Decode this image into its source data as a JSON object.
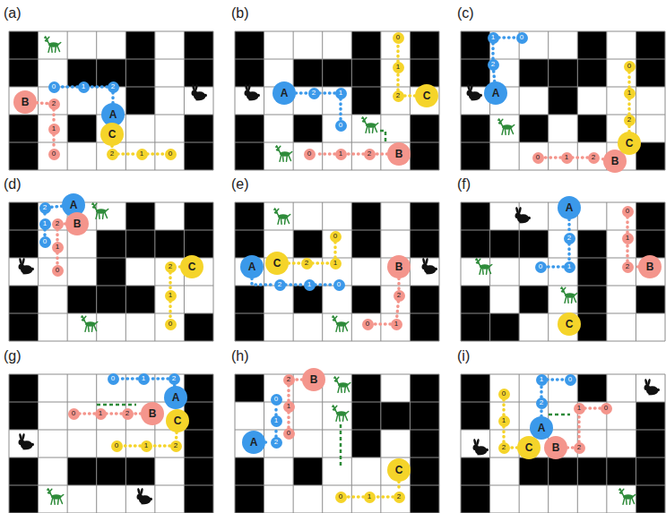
{
  "diagram": {
    "nodes": [
      {
        "text": [
          "A"
        ]
      },
      {
        "text": [
          "0"
        ]
      },
      {
        "text": [
          "1"
        ]
      },
      {
        "text": [
          "2"
        ]
      },
      {
        "text": [
          "B"
        ]
      },
      {
        "text": [
          "0"
        ]
      },
      {
        "text": [
          "1"
        ]
      },
      {
        "text": [
          "2"
        ]
      },
      {
        "text": [
          "C"
        ]
      },
      {
        "text": [
          "0"
        ]
      },
      {
        "text": [
          "1"
        ]
      },
      {
        "text": [
          "2"
        ]
      },
      {
        "text": [
          "A"
        ]
      },
      {
        "text": [
          "0"
        ]
      },
      {
        "text": [
          "1"
        ]
      },
      {
        "text": [
          "2"
        ]
      },
      {
        "text": [
          "B"
        ]
      },
      {
        "text": [
          "0"
        ]
      },
      {
        "text": [
          "1"
        ]
      },
      {
        "text": [
          "2"
        ]
      },
      {
        "text": [
          "C"
        ]
      },
      {
        "text": [
          "0"
        ]
      },
      {
        "text": [
          "1"
        ]
      },
      {
        "text": [
          "2"
        ]
      },
      {
        "text": [
          "A"
        ]
      },
      {
        "text": [
          "0"
        ]
      },
      {
        "text": [
          "1"
        ]
      },
      {
        "text": [
          "2"
        ]
      },
      {
        "text": [
          "B"
        ]
      },
      {
        "text": [
          "0"
        ]
      },
      {
        "text": [
          "1"
        ]
      },
      {
        "text": [
          "2"
        ]
      },
      {
        "text": [
          "C"
        ]
      },
      {
        "text": [
          "0"
        ]
      },
      {
        "text": [
          "1"
        ]
      },
      {
        "text": [
          "2"
        ]
      },
      {
        "text": [
          "A"
        ]
      },
      {
        "text": [
          "0"
        ]
      },
      {
        "text": [
          "1"
        ]
      },
      {
        "text": [
          "2"
        ]
      },
      {
        "text": [
          "B"
        ]
      },
      {
        "text": [
          "0"
        ]
      },
      {
        "text": [
          "1"
        ]
      },
      {
        "text": [
          "2"
        ]
      },
      {
        "text": [
          "C"
        ]
      },
      {
        "text": [
          "0"
        ]
      },
      {
        "text": [
          "1"
        ]
      },
      {
        "text": [
          "2"
        ]
      },
      {
        "text": [
          "A"
        ]
      },
      {
        "text": [
          "0"
        ]
      },
      {
        "text": [
          "1"
        ]
      },
      {
        "text": [
          "2"
        ]
      },
      {
        "text": [
          "B"
        ]
      },
      {
        "text": [
          "0"
        ]
      },
      {
        "text": [
          "1"
        ]
      },
      {
        "text": [
          "2"
        ]
      },
      {
        "text": [
          "C"
        ]
      },
      {
        "text": [
          "0"
        ]
      },
      {
        "text": [
          "1"
        ]
      },
      {
        "text": [
          "2"
        ]
      },
      {
        "text": [
          "A"
        ]
      },
      {
        "text": [
          "0"
        ]
      },
      {
        "text": [
          "1"
        ]
      },
      {
        "text": [
          "2"
        ]
      },
      {
        "text": [
          "B"
        ]
      },
      {
        "text": [
          "0"
        ]
      },
      {
        "text": [
          "1"
        ]
      },
      {
        "text": [
          "2"
        ]
      },
      {
        "text": [
          "C"
        ]
      },
      {
        "text": [
          "A"
        ]
      },
      {
        "text": [
          "0"
        ]
      },
      {
        "text": [
          "1"
        ]
      },
      {
        "text": [
          "2"
        ]
      },
      {
        "text": [
          "B"
        ]
      },
      {
        "text": [
          "0"
        ]
      },
      {
        "text": [
          "1"
        ]
      },
      {
        "text": [
          "2"
        ]
      },
      {
        "text": [
          "C"
        ]
      },
      {
        "text": [
          "0"
        ]
      },
      {
        "text": [
          "1"
        ]
      },
      {
        "text": [
          "2"
        ]
      },
      {
        "text": [
          "A"
        ]
      },
      {
        "text": [
          "0"
        ]
      },
      {
        "text": [
          "1"
        ]
      },
      {
        "text": [
          "2"
        ]
      },
      {
        "text": [
          "B"
        ]
      },
      {
        "text": [
          "0"
        ]
      },
      {
        "text": [
          "1"
        ]
      },
      {
        "text": [
          "2"
        ]
      },
      {
        "text": [
          "C"
        ]
      },
      {
        "text": [
          "0"
        ]
      },
      {
        "text": [
          "1"
        ]
      },
      {
        "text": [
          "2"
        ]
      },
      {
        "text": [
          "A"
        ]
      },
      {
        "text": [
          "0"
        ]
      },
      {
        "text": [
          "1"
        ]
      },
      {
        "text": [
          "2"
        ]
      },
      {
        "text": [
          "B"
        ]
      },
      {
        "text": [
          "0"
        ]
      },
      {
        "text": [
          "1"
        ]
      },
      {
        "text": [
          "2"
        ]
      },
      {
        "text": [
          "C"
        ]
      },
      {
        "text": [
          "0"
        ]
      },
      {
        "text": [
          "1"
        ]
      },
      {
        "text": [
          "2"
        ]
      }
    ],
    "edges": [
      {
        "from": 0,
        "to": 3,
        "arrow": "none"
      },
      {
        "from": 3,
        "to": 2,
        "arrow": "none"
      },
      {
        "from": 2,
        "to": 1,
        "arrow": "none"
      },
      {
        "from": 4,
        "to": 7,
        "arrow": "none"
      },
      {
        "from": 7,
        "to": 6,
        "arrow": "none"
      },
      {
        "from": 6,
        "to": 5,
        "arrow": "none"
      },
      {
        "from": 8,
        "to": 11,
        "arrow": "none"
      },
      {
        "from": 11,
        "to": 10,
        "arrow": "none"
      },
      {
        "from": 10,
        "to": 9,
        "arrow": "none"
      },
      {
        "from": 12,
        "to": 15,
        "arrow": "none"
      },
      {
        "from": 15,
        "to": 14,
        "arrow": "none"
      },
      {
        "from": 14,
        "to": 13,
        "arrow": "none"
      },
      {
        "from": 16,
        "to": 19,
        "arrow": "none"
      },
      {
        "from": 19,
        "to": 18,
        "arrow": "none"
      },
      {
        "from": 18,
        "to": 17,
        "arrow": "none"
      },
      {
        "from": 20,
        "to": 23,
        "arrow": "none"
      },
      {
        "from": 23,
        "to": 22,
        "arrow": "none"
      },
      {
        "from": 22,
        "to": 21,
        "arrow": "none"
      },
      {
        "from": 24,
        "to": 27,
        "arrow": "none"
      },
      {
        "from": 27,
        "to": 26,
        "arrow": "none"
      },
      {
        "from": 26,
        "to": 25,
        "arrow": "none"
      },
      {
        "from": 28,
        "to": 31,
        "arrow": "none"
      },
      {
        "from": 31,
        "to": 30,
        "arrow": "none"
      },
      {
        "from": 30,
        "to": 29,
        "arrow": "none"
      },
      {
        "from": 32,
        "to": 35,
        "arrow": "none"
      },
      {
        "from": 35,
        "to": 34,
        "arrow": "none"
      },
      {
        "from": 34,
        "to": 33,
        "arrow": "none"
      },
      {
        "from": 36,
        "to": 39,
        "arrow": "none"
      },
      {
        "from": 39,
        "to": 38,
        "arrow": "none"
      },
      {
        "from": 38,
        "to": 37,
        "arrow": "none"
      },
      {
        "from": 40,
        "to": 43,
        "arrow": "none"
      },
      {
        "from": 43,
        "to": 42,
        "arrow": "none"
      },
      {
        "from": 42,
        "to": 41,
        "arrow": "none"
      },
      {
        "from": 44,
        "to": 47,
        "arrow": "none"
      },
      {
        "from": 47,
        "to": 46,
        "arrow": "none"
      },
      {
        "from": 46,
        "to": 45,
        "arrow": "none"
      },
      {
        "from": 48,
        "to": 51,
        "arrow": "none"
      },
      {
        "from": 51,
        "to": 50,
        "arrow": "none"
      },
      {
        "from": 50,
        "to": 49,
        "arrow": "none"
      },
      {
        "from": 52,
        "to": 55,
        "arrow": "none"
      },
      {
        "from": 55,
        "to": 54,
        "arrow": "none"
      },
      {
        "from": 54,
        "to": 53,
        "arrow": "none"
      },
      {
        "from": 56,
        "to": 59,
        "arrow": "none"
      },
      {
        "from": 59,
        "to": 58,
        "arrow": "none"
      },
      {
        "from": 58,
        "to": 57,
        "arrow": "none"
      },
      {
        "from": 60,
        "to": 63,
        "arrow": "none"
      },
      {
        "from": 63,
        "to": 62,
        "arrow": "none"
      },
      {
        "from": 62,
        "to": 61,
        "arrow": "none"
      },
      {
        "from": 64,
        "to": 67,
        "arrow": "none"
      },
      {
        "from": 67,
        "to": 66,
        "arrow": "none"
      },
      {
        "from": 66,
        "to": 65,
        "arrow": "none"
      },
      {
        "from": 69,
        "to": 72,
        "arrow": "none"
      },
      {
        "from": 72,
        "to": 71,
        "arrow": "none"
      },
      {
        "from": 71,
        "to": 70,
        "arrow": "none"
      },
      {
        "from": 73,
        "to": 76,
        "arrow": "none"
      },
      {
        "from": 76,
        "to": 75,
        "arrow": "none"
      },
      {
        "from": 75,
        "to": 74,
        "arrow": "none"
      },
      {
        "from": 77,
        "to": 80,
        "arrow": "none"
      },
      {
        "from": 80,
        "to": 79,
        "arrow": "none"
      },
      {
        "from": 79,
        "to": 78,
        "arrow": "none"
      },
      {
        "from": 81,
        "to": 84,
        "arrow": "none"
      },
      {
        "from": 84,
        "to": 83,
        "arrow": "none"
      },
      {
        "from": 83,
        "to": 82,
        "arrow": "none"
      },
      {
        "from": 85,
        "to": 88,
        "arrow": "none"
      },
      {
        "from": 88,
        "to": 87,
        "arrow": "none"
      },
      {
        "from": 87,
        "to": 86,
        "arrow": "none"
      },
      {
        "from": 89,
        "to": 92,
        "arrow": "none"
      },
      {
        "from": 92,
        "to": 91,
        "arrow": "none"
      },
      {
        "from": 91,
        "to": 90,
        "arrow": "none"
      },
      {
        "from": 93,
        "to": 96,
        "arrow": "none"
      },
      {
        "from": 96,
        "to": 95,
        "arrow": "none"
      },
      {
        "from": 95,
        "to": 94,
        "arrow": "none"
      },
      {
        "from": 97,
        "to": 100,
        "arrow": "none"
      },
      {
        "from": 100,
        "to": 99,
        "arrow": "none"
      },
      {
        "from": 99,
        "to": 98,
        "arrow": "none"
      },
      {
        "from": 101,
        "to": 104,
        "arrow": "none"
      },
      {
        "from": 104,
        "to": 103,
        "arrow": "none"
      },
      {
        "from": 103,
        "to": 102,
        "arrow": "none"
      }
    ],
    "labels": [
      "(a)",
      "(b)",
      "(c)",
      "(d)",
      "(e)",
      "(f)",
      "(g)",
      "(h)",
      "(i)"
    ]
  }
}
